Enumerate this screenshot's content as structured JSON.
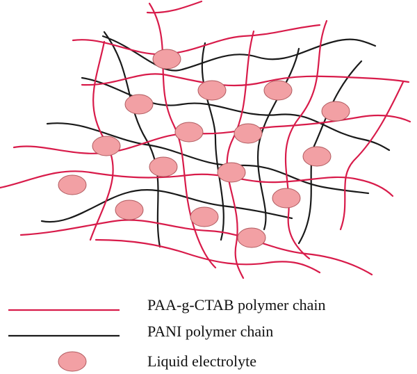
{
  "colors": {
    "paa_chain": "#d81b4a",
    "pani_chain": "#1a1a1a",
    "electrolyte_fill": "#f2a0a4",
    "electrolyte_stroke": "#b0595e"
  },
  "legend": {
    "paa_label": "PAA-g-CTAB polymer chain",
    "pani_label": "PANI polymer chain",
    "electrolyte_label": "Liquid electrolyte"
  }
}
